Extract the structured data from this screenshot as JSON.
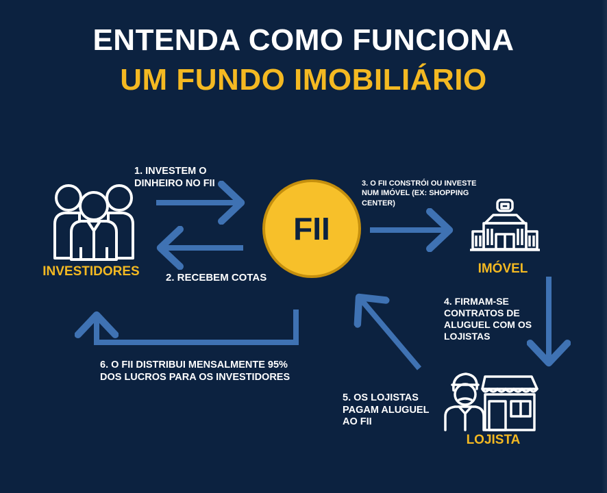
{
  "title": {
    "line1": "ENTENDA COMO FUNCIONA",
    "line2": "UM FUNDO IMOBILIÁRIO"
  },
  "center": {
    "label": "FII"
  },
  "nodes": {
    "investors": "INVESTIDORES",
    "property": "IMÓVEL",
    "tenant": "LOJISTA"
  },
  "steps": {
    "step1": "1. INVESTEM O DINHEIRO NO FII",
    "step2": "2. RECEBEM COTAS",
    "step3": "3. O FII CONSTRÓI OU INVESTE NUM IMÓVEL (EX: SHOPPING CENTER)",
    "step4": "4. FIRMAM-SE CONTRATOS DE ALUGUEL COM OS LOJISTAS",
    "step5": "5. OS LOJISTAS PAGAM ALUGUEL AO FII",
    "step6": "6. O FII DISTRIBUI MENSALMENTE 95% DOS LUCROS PARA OS INVESTIDORES"
  },
  "icons": {
    "investors": "group-of-people-icon",
    "property": "building-icon",
    "tenant": "shopkeeper-storefront-icon"
  },
  "colors": {
    "background": "#0c2240",
    "accent_yellow": "#f4b922",
    "arrow_blue": "#3f72b3",
    "text_white": "#ffffff"
  }
}
